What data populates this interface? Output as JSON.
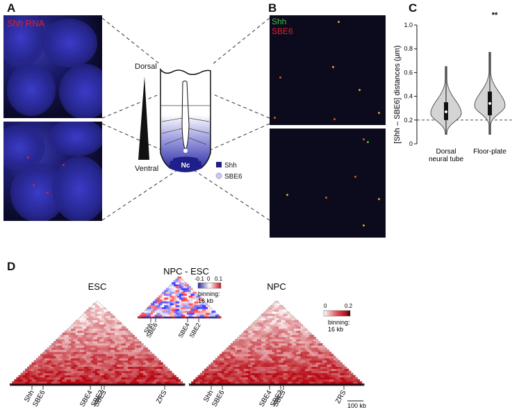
{
  "panels": {
    "A": {
      "label": "A",
      "rna_label_italic": "Shh",
      "rna_label_rest": " RNA"
    },
    "B": {
      "label": "B",
      "channel1": "Shh",
      "channel2": "SBE6"
    },
    "C": {
      "label": "C",
      "significance": "**"
    },
    "D": {
      "label": "D"
    }
  },
  "schematic": {
    "dorsal": "Dorsal",
    "ventral": "Ventral",
    "nc": "Nc",
    "legend_shh": "Shh",
    "legend_sbe6": "SBE6"
  },
  "hic": {
    "esc_title": "ESC",
    "npc_title": "NPC",
    "diff_title": "NPC - ESC",
    "diff_scale": {
      "min": "-0.1",
      "mid": "0",
      "max": "0.1"
    },
    "diff_binning": "binning:",
    "diff_binning_size": "16 kb",
    "npc_scale": {
      "min": "0",
      "max": "0.2"
    },
    "npc_binning": "binning:",
    "npc_binning_size": "16 kb",
    "scale_bar": "100 kb",
    "esc_ticks": [
      "Shh",
      "SBE6",
      "SBE4",
      "SBE2",
      "SBE3",
      "ZRS"
    ],
    "npc_ticks": [
      "Shh",
      "SBE6",
      "SBE4",
      "SBE2",
      "SBE3",
      "ZRS"
    ],
    "diff_ticks": [
      "Shh",
      "SBE6",
      "SBE4",
      "SBE2"
    ]
  },
  "colors": {
    "shh_blue": "#1f1f8c",
    "sbe6_light": "#c8c8f0",
    "hic_red": "#c8141e",
    "green_label": "#3fbf3f",
    "red_label": "#e0202a"
  },
  "chart_data": {
    "type": "violin",
    "categories": [
      "Dorsal neural tube",
      "Floor-plate"
    ],
    "category_lines": [
      [
        "Dorsal",
        "neural tube"
      ],
      [
        "Floor-plate"
      ]
    ],
    "ylabel": "[Shh – SBE6] distances  (µm)",
    "ylim": [
      0,
      1.0
    ],
    "yticks": [
      "0",
      "0.2",
      "0.4",
      "0.6",
      "0.8",
      "1.0"
    ],
    "reference_line": 0.2,
    "series": [
      {
        "median": 0.27,
        "q1": 0.2,
        "q3": 0.35,
        "min": 0.08,
        "max": 0.65
      },
      {
        "median": 0.34,
        "q1": 0.24,
        "q3": 0.44,
        "min": 0.08,
        "max": 0.77
      }
    ]
  }
}
